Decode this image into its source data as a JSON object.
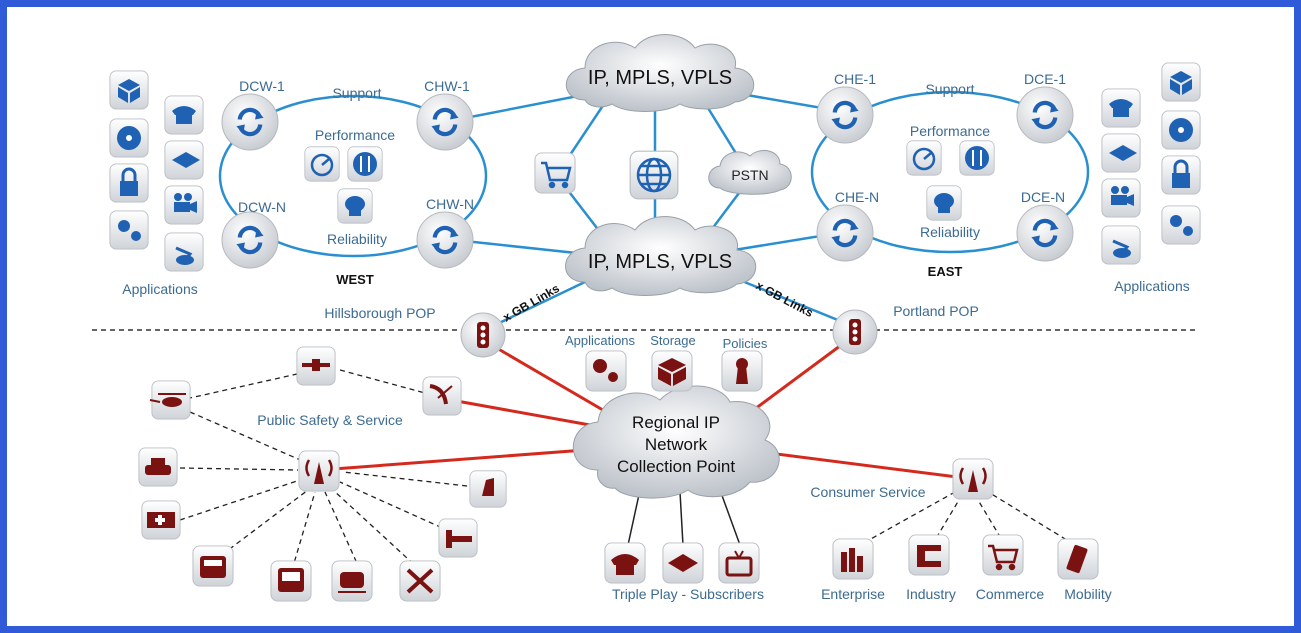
{
  "clouds": {
    "top": "IP, MPLS, VPLS",
    "middle": "IP, MPLS, VPLS",
    "pstn": "PSTN",
    "regional": [
      "Regional IP",
      "Network",
      "Collection Point"
    ]
  },
  "west": {
    "region_label": "WEST",
    "nodes": {
      "dcw1": "DCW-1",
      "chw1": "CHW-1",
      "dcwn": "DCW-N",
      "chwn": "CHW-N"
    },
    "support": "Support",
    "performance": "Performance",
    "reliability": "Reliability",
    "applications": "Applications",
    "pop": "Hillsborough POP"
  },
  "east": {
    "region_label": "EAST",
    "nodes": {
      "che1": "CHE-1",
      "dce1": "DCE-1",
      "chen": "CHE-N",
      "dcen": "DCE-N"
    },
    "support": "Support",
    "performance": "Performance",
    "reliability": "Reliability",
    "applications": "Applications",
    "pop": "Portland POP"
  },
  "links": {
    "left": "x GB Links",
    "right": "x GB Links"
  },
  "regional_services": {
    "applications": "Applications",
    "storage": "Storage",
    "policies": "Policies"
  },
  "public_safety": {
    "label": "Public Safety & Service"
  },
  "consumer": {
    "label": "Consumer Service",
    "enterprise": "Enterprise",
    "industry": "Industry",
    "commerce": "Commerce",
    "mobility": "Mobility"
  },
  "triple_play": {
    "label": "Triple Play - Subscribers"
  },
  "colors": {
    "border": "#2f5bd8",
    "blue_link": "#2a8fd0",
    "red_link": "#d42a1e",
    "label": "#3c6b92",
    "icon_red": "#7a1212",
    "icon_blue": "#1f62b4"
  }
}
